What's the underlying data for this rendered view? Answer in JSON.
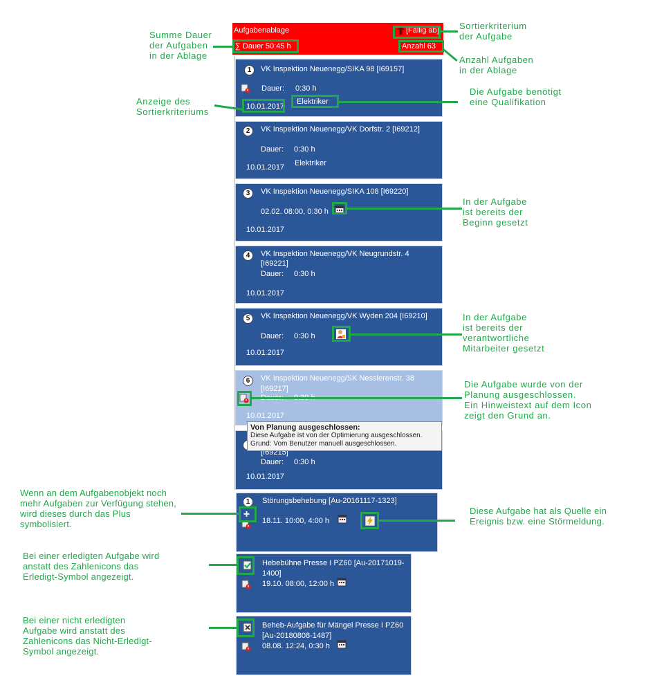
{
  "header": {
    "title": "Aufgabenablage",
    "sort_label": "[Fällig ab]",
    "sum_label": "∑ Dauer 50:45 h",
    "count_label": "Anzahl 63"
  },
  "cards": [
    {
      "num": "1",
      "title": "VK Inspektion Neuenegg/SIKA 98 [I69157]",
      "dauer_label": "Dauer:",
      "dauer": "0:30 h",
      "date": "10.01.2017",
      "qual": "Elektriker"
    },
    {
      "num": "2",
      "title": "VK Inspektion Neuenegg/VK Dorfstr. 2 [I69212]",
      "dauer_label": "Dauer:",
      "dauer": "0:30 h",
      "date": "10.01.2017",
      "qual": "Elektriker"
    },
    {
      "num": "3",
      "title": "VK Inspektion Neuenegg/SIKA 108 [I69220]",
      "begin": "02.02. 08:00, 0:30 h",
      "date": "10.01.2017"
    },
    {
      "num": "4",
      "title_line1": "VK Inspektion Neuenegg/VK Neugrundstr. 4",
      "title_line2": "[I69221]",
      "dauer_label": "Dauer:",
      "dauer": "0:30 h",
      "date": "10.01.2017"
    },
    {
      "num": "5",
      "title": "VK Inspektion Neuenegg/VK Wyden 204 [I69210]",
      "dauer_label": "Dauer:",
      "dauer": "0:30 h",
      "date": "10.01.2017"
    },
    {
      "num": "6",
      "title_line1": "VK Inspektion Neuenegg/SK Nesslerenstr. 38",
      "title_line2": "[I69217]",
      "dauer_label": "Dauer:",
      "dauer": "0:30 h",
      "date": "10.01.2017"
    },
    {
      "title_line2": "[I69215]",
      "dauer_label": "Dauer:",
      "dauer": "0:30 h",
      "date": "10.01.2017"
    }
  ],
  "tooltip": {
    "title": "Von Planung ausgeschlossen:",
    "line1": "Diese Aufgabe ist von der Optimierung ausgeschlossen.",
    "line2": "Grund: Vom Benutzer manuell ausgeschlossen."
  },
  "extra_cards": [
    {
      "num": "1",
      "title": "Störungsbehebung [Au-20161117-1323]",
      "begin": "18.11. 10:00, 4:00 h"
    },
    {
      "title_line1": "Hebebühne Presse I PZ60 [Au-20171019-",
      "title_line2": "1400]",
      "begin": "19.10. 08:00, 12:00 h"
    },
    {
      "title_line1": "Beheb-Aufgabe für Mängel Presse I PZ60",
      "title_line2": "[Au-20180808-1487]",
      "begin": "08.08. 12:24, 0:30 h"
    }
  ],
  "annotations": {
    "summe": [
      "Summe  Dauer",
      "der  Aufgaben",
      "in  der Ablage"
    ],
    "sortier": [
      "Sortierkriterium",
      "der Aufgabe"
    ],
    "anzahl": [
      "Anzahl Aufgaben",
      "in der Ablage"
    ],
    "anzeige": [
      "Anzeige des",
      "Sortierkriteriums"
    ],
    "qualifikation": [
      "Die  Aufgabe benötigt",
      "eine  Qualifikation"
    ],
    "beginn": [
      "In  der Aufgabe",
      "ist bereits der",
      "Beginn  gesetzt"
    ],
    "mitarbeiter": [
      "In  der Aufgabe",
      "ist bereits der",
      "verantwortliche",
      "Mitarbeiter gesetzt"
    ],
    "ausgeschlossen": [
      "Die  Aufgabe wurde von der",
      "Planung  ausgeschlossen.",
      "Ein  Hinweistext  auf dem Icon",
      "zeigt den Grund  an."
    ],
    "plus": [
      "Wenn an dem Aufgabenobjekt noch",
      "mehr Aufgaben zur Verfügung stehen,",
      "wird dieses durch das Plus",
      "symbolisiert."
    ],
    "quelle": [
      "Diese Aufgabe hat als Quelle ein",
      "Ereignis bzw.  eine Störmeldung."
    ],
    "erledigt": [
      "Bei einer erledigten Aufgabe wird",
      "anstatt des Zahlenicons das",
      "Erledigt-Symbol angezeigt."
    ],
    "nicht_erledigt": [
      "Bei einer nicht erledigten",
      "Aufgabe wird anstatt des",
      "Zahlenicons das Nicht-Erledigt-",
      "Symbol angezeigt."
    ]
  },
  "colors": {
    "header": "#ff0000",
    "card": "#2b5799",
    "card_faded": "#a6bfe3",
    "annotation": "#22a84a"
  }
}
